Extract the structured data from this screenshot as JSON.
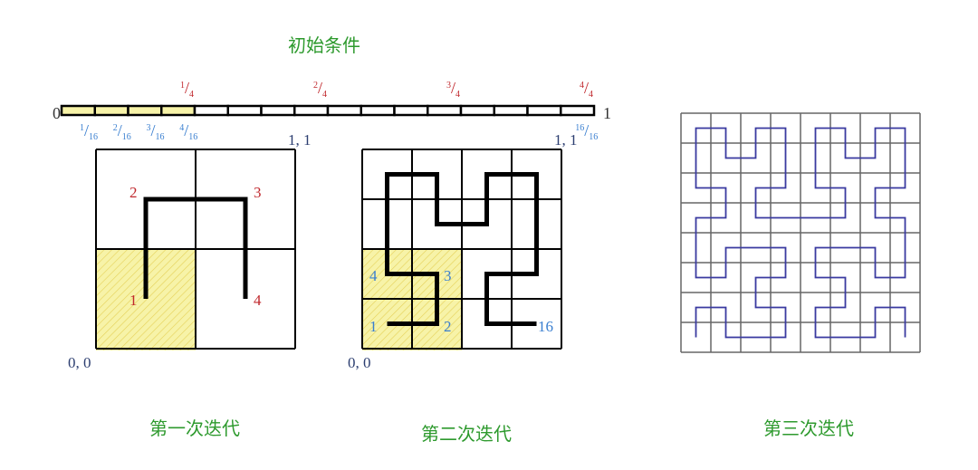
{
  "titles": {
    "initial": "初始条件",
    "iter1": "第一次迭代",
    "iter2": "第二次迭代",
    "iter3": "第三次迭代"
  },
  "number_line": {
    "start": "0",
    "end": "1",
    "segments": 16,
    "highlighted_segments": 4,
    "quarters": [
      {
        "n": "1",
        "d": "4"
      },
      {
        "n": "2",
        "d": "4"
      },
      {
        "n": "3",
        "d": "4"
      },
      {
        "n": "4",
        "d": "4"
      }
    ],
    "sixteenths": [
      {
        "n": "1",
        "d": "16"
      },
      {
        "n": "2",
        "d": "16"
      },
      {
        "n": "3",
        "d": "16"
      },
      {
        "n": "4",
        "d": "16"
      },
      {
        "n": "16",
        "d": "16"
      }
    ]
  },
  "grid1": {
    "size": 2,
    "origin": "0, 0",
    "corner": "1, 1",
    "labels": [
      "1",
      "2",
      "3",
      "4"
    ]
  },
  "grid2": {
    "size": 4,
    "origin": "0, 0",
    "corner": "1, 1",
    "labels": [
      "1",
      "2",
      "3",
      "4"
    ],
    "end_label": "16"
  },
  "grid3": {
    "size": 8
  },
  "colors": {
    "title": "#2e9a2e",
    "red": "#c0282d",
    "blue": "#3a7fd0",
    "curve3": "#3a3aa0",
    "shade": "#f7f3a8"
  }
}
